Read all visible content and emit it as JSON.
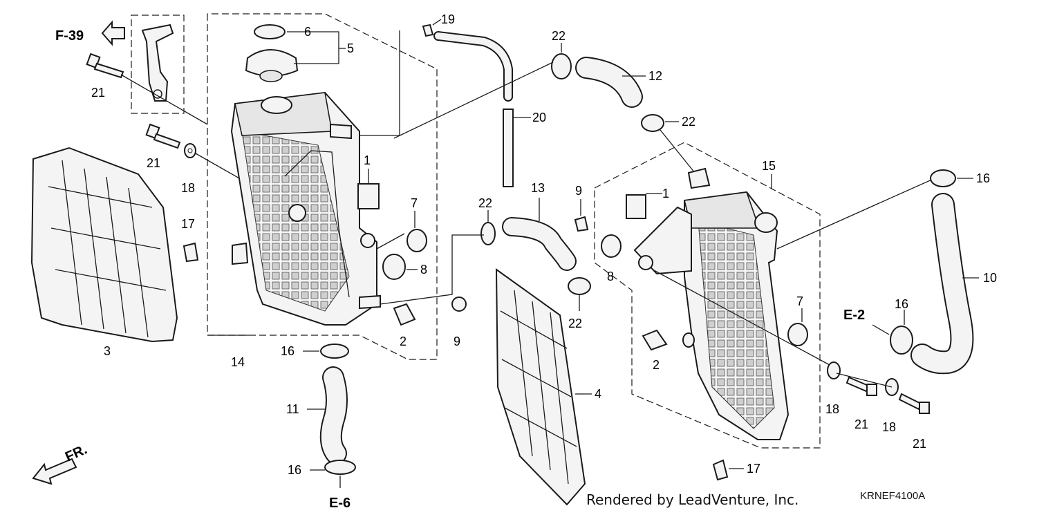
{
  "labels": {
    "p1a": "1",
    "p1b": "1",
    "p2a": "2",
    "p2b": "2",
    "p3": "3",
    "p4": "4",
    "p5": "5",
    "p6": "6",
    "p7a": "7",
    "p7b": "7",
    "p8a": "8",
    "p8b": "8",
    "p9a": "9",
    "p9b": "9",
    "p10": "10",
    "p11": "11",
    "p12": "12",
    "p13": "13",
    "p14": "14",
    "p15": "15",
    "p16a": "16",
    "p16b": "16",
    "p16c": "16",
    "p16d": "16",
    "p17a": "17",
    "p17b": "17",
    "p18a": "18",
    "p18b": "18",
    "p18c": "18",
    "p19": "19",
    "p20": "20",
    "p21a": "21",
    "p21b": "21",
    "p21c": "21",
    "p21d": "21",
    "p22a": "22",
    "p22b": "22",
    "p22c": "22",
    "p22d": "22"
  },
  "refs": {
    "f39": "F-39",
    "e2": "E-2",
    "e6": "E-6",
    "front": "FR."
  },
  "credit": "Rendered by LeadVenture, Inc.",
  "diagram_code": "KRNEF4100A"
}
